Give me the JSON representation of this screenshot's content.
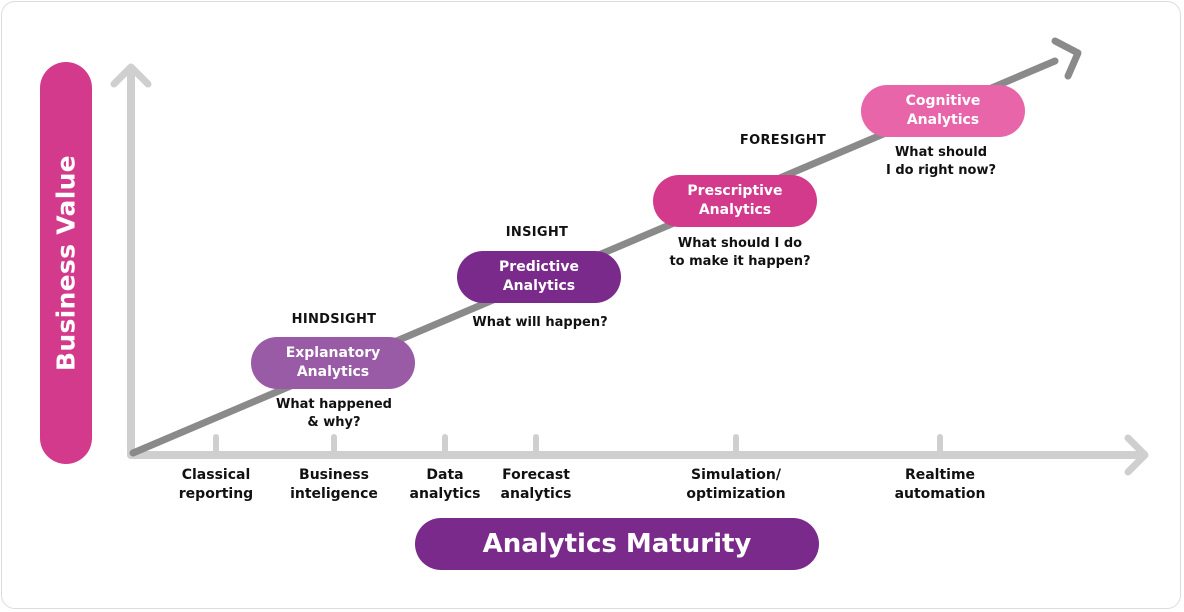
{
  "y_axis": {
    "label": "Business Value"
  },
  "x_axis": {
    "label": "Analytics Maturity",
    "ticks": [
      {
        "line1": "Classical",
        "line2": "reporting"
      },
      {
        "line1": "Business",
        "line2": "inteligence"
      },
      {
        "line1": "Data",
        "line2": "analytics"
      },
      {
        "line1": "Forecast",
        "line2": "analytics"
      },
      {
        "line1": "Simulation/",
        "line2": "optimization"
      },
      {
        "line1": "Realtime",
        "line2": "automation"
      }
    ]
  },
  "stages": [
    {
      "stage": "HINDSIGHT",
      "title1": "Explanatory",
      "title2": "Analytics",
      "q1": "What happened",
      "q2": "& why?",
      "color": "#9a5ba6"
    },
    {
      "stage": "INSIGHT",
      "title1": "Predictive",
      "title2": "Analytics",
      "q1": "What will happen?",
      "q2": "",
      "color": "#7a2a8a"
    },
    {
      "stage": "FORESIGHT",
      "title1": "Prescriptive",
      "title2": "Analytics",
      "q1": "What should I do",
      "q2": "to make it happen?",
      "color": "#d43a8c"
    },
    {
      "stage": "",
      "title1": "Cognitive",
      "title2": "Analytics",
      "q1": "What should",
      "q2": "I do right now?",
      "color": "#e865a9"
    }
  ],
  "colors": {
    "axis": "#cfcfcf",
    "trend": "#8a8a8a",
    "y_band": "#d43a8c",
    "x_band": "#7a2a8a"
  }
}
